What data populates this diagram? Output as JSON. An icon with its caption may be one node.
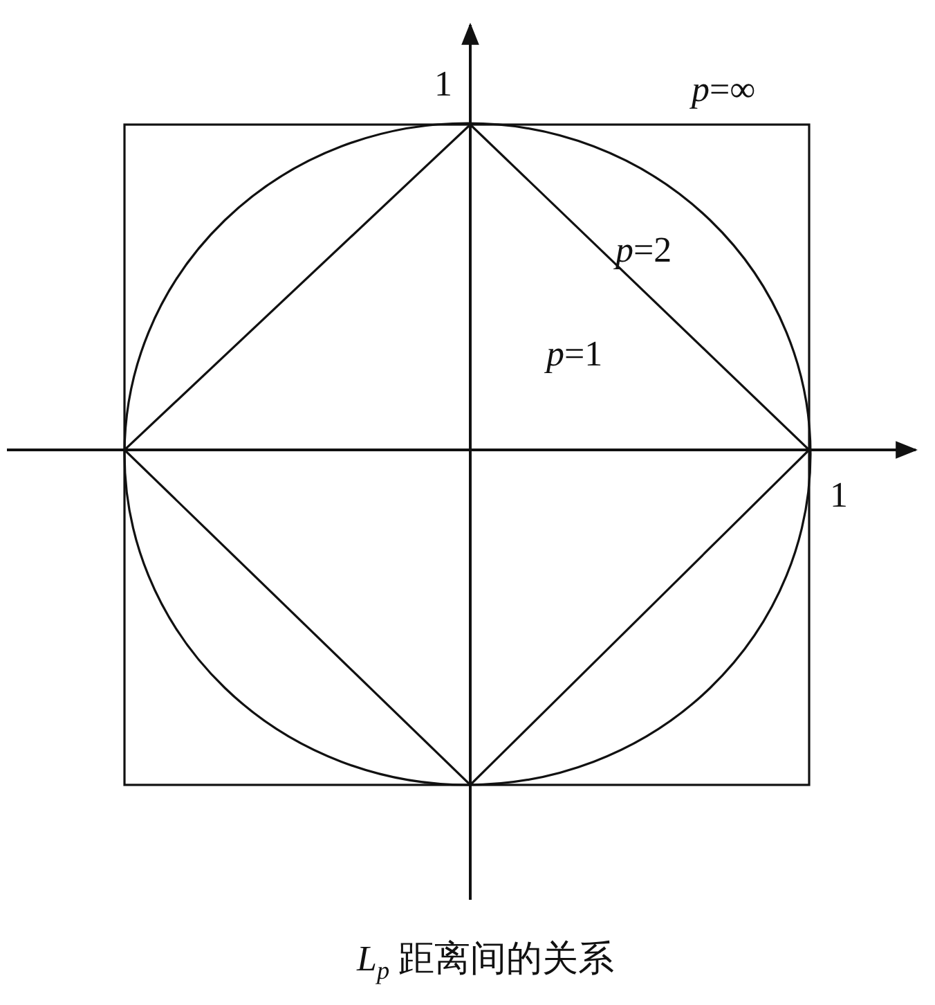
{
  "diagram": {
    "caption": "*L*$_{p}$ 距离间的关系",
    "labels": [
      "1",
      "*p*=∞",
      "*p*=2",
      "*p*=1",
      "1"
    ]
  }
}
